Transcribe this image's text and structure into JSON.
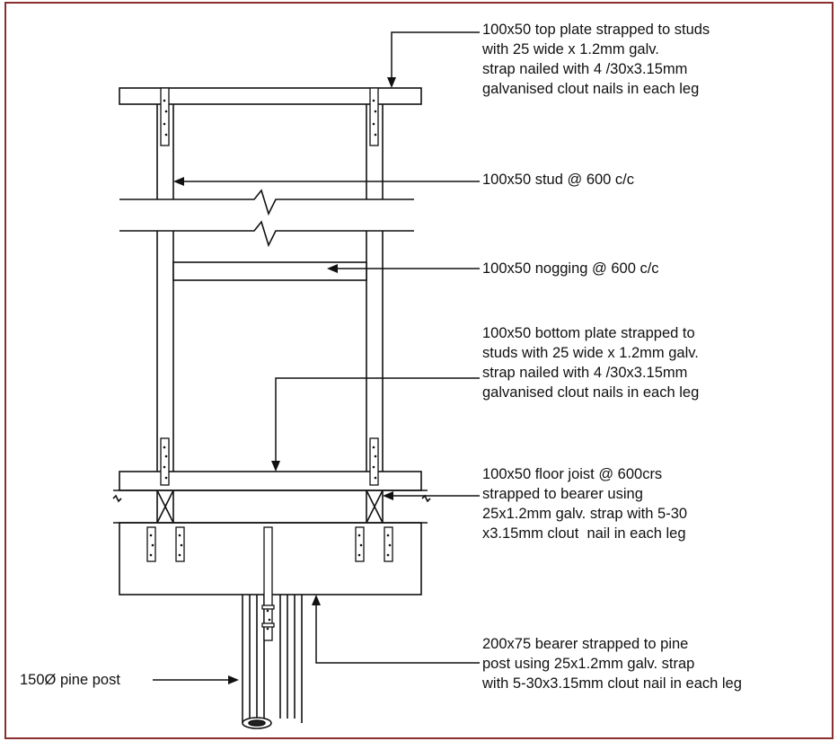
{
  "colors": {
    "border": "#8b2e2e",
    "line": "#111111",
    "background": "#ffffff"
  },
  "labels": {
    "top_plate": "100x50 top plate strapped to studs\nwith 25 wide x 1.2mm galv.\nstrap nailed with 4 /30x3.15mm\ngalvanised clout nails in each leg",
    "stud": "100x50 stud @ 600 c/c",
    "nogging": "100x50 nogging @ 600 c/c",
    "bottom_plate": "100x50 bottom plate strapped to\nstuds with 25 wide x 1.2mm galv.\nstrap nailed with 4 /30x3.15mm\ngalvanised clout nails in each leg",
    "floor_joist": "100x50 floor joist @ 600crs\nstrapped to bearer using\n25x1.2mm galv. strap with 5-30\nx3.15mm clout  nail in each leg",
    "bearer": "200x75 bearer strapped to pine\npost using 25x1.2mm galv. strap\nwith 5-30x3.15mm clout nail in each leg",
    "pine_post": "150Ø pine post"
  }
}
